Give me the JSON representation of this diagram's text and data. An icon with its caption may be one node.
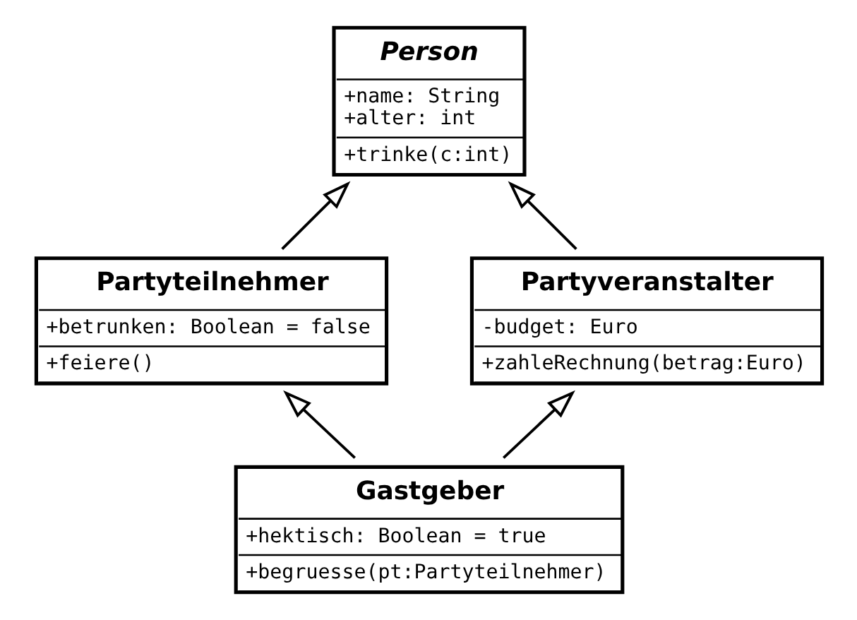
{
  "diagram": {
    "nodes": [
      {
        "text": [
          "Person",
          "+name: String",
          "+alter: int",
          "+trinke(c:int)"
        ]
      },
      {
        "text": [
          "Partyteilnehmer",
          "+betrunken: Boolean = false",
          "+feiere()"
        ]
      },
      {
        "text": [
          "Partyveranstalter",
          "-budget: Euro",
          "+zahleRechnung(betrag:Euro)"
        ]
      },
      {
        "text": [
          "Gastgeber",
          "+hektisch: Boolean = true",
          "+begruesse(pt:Partyteilnehmer)"
        ]
      }
    ],
    "edges": [
      {
        "from": 1,
        "to": 0,
        "arrow": "to"
      },
      {
        "from": 2,
        "to": 0,
        "arrow": "to"
      },
      {
        "from": 3,
        "to": 1,
        "arrow": "to"
      },
      {
        "from": 3,
        "to": 2,
        "arrow": "to"
      }
    ]
  }
}
